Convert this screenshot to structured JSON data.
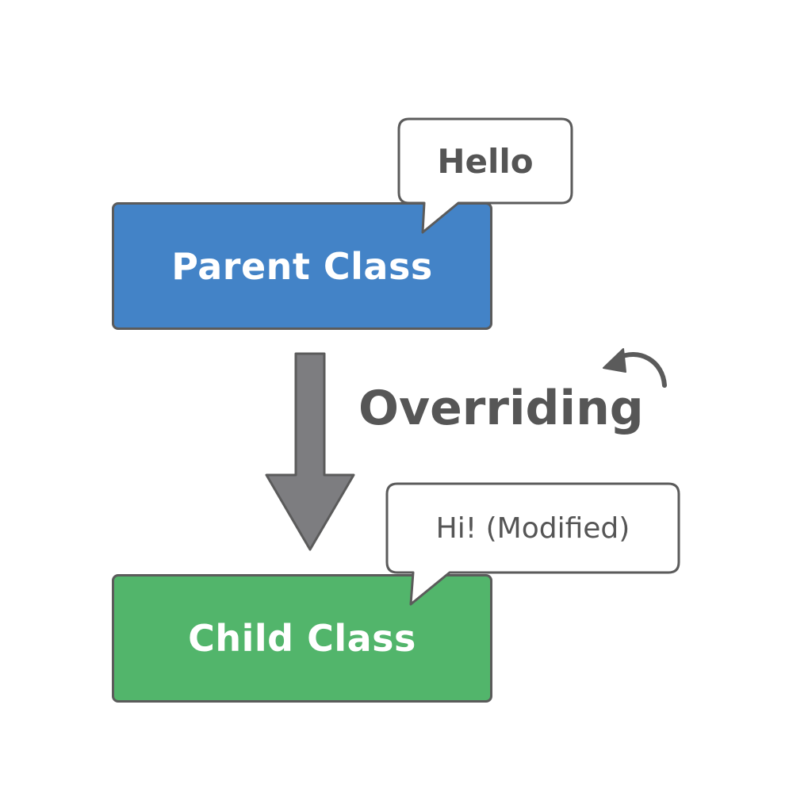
{
  "colors": {
    "parent_fill": "#4383c7",
    "child_fill": "#52b56b",
    "outline": "#5b5b5b",
    "arrow_fill": "#7d7d80",
    "text_dark": "#555555"
  },
  "diagram": {
    "parent": {
      "label": "Parent Class",
      "message": "Hello"
    },
    "child": {
      "label": "Child Class",
      "message": "Hi! (Modified)"
    },
    "relation": {
      "label": "Overriding"
    }
  },
  "icons": {
    "inheritance_arrow": "down-arrow-icon",
    "override_arrow": "curved-arrow-icon"
  }
}
